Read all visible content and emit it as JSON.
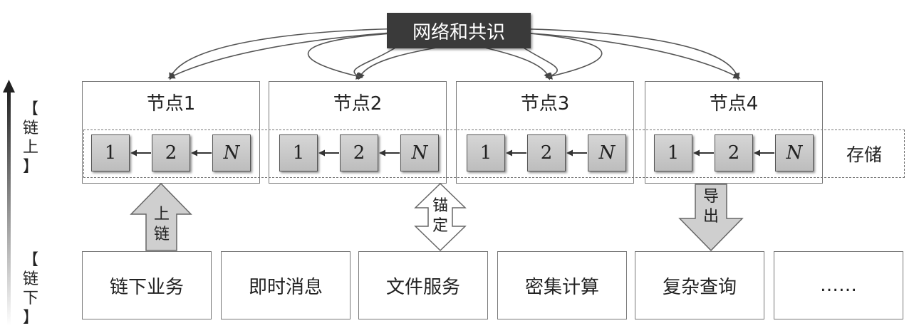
{
  "network_label": "网络和共识",
  "nodes": [
    {
      "title": "节点1"
    },
    {
      "title": "节点2"
    },
    {
      "title": "节点3"
    },
    {
      "title": "节点4"
    }
  ],
  "block_labels": [
    "1",
    "2",
    "N"
  ],
  "storage_label": "存储",
  "side_labels": {
    "onchain": [
      "【",
      "链",
      "上",
      "】"
    ],
    "offchain": [
      "【",
      "链",
      "下",
      "】"
    ]
  },
  "arrows": {
    "upload": [
      "上",
      "链"
    ],
    "anchor": [
      "锚",
      "定"
    ],
    "export": [
      "导",
      "出"
    ]
  },
  "services": [
    "链下业务",
    "即时消息",
    "文件服务",
    "密集计算",
    "复杂查询",
    "……"
  ]
}
